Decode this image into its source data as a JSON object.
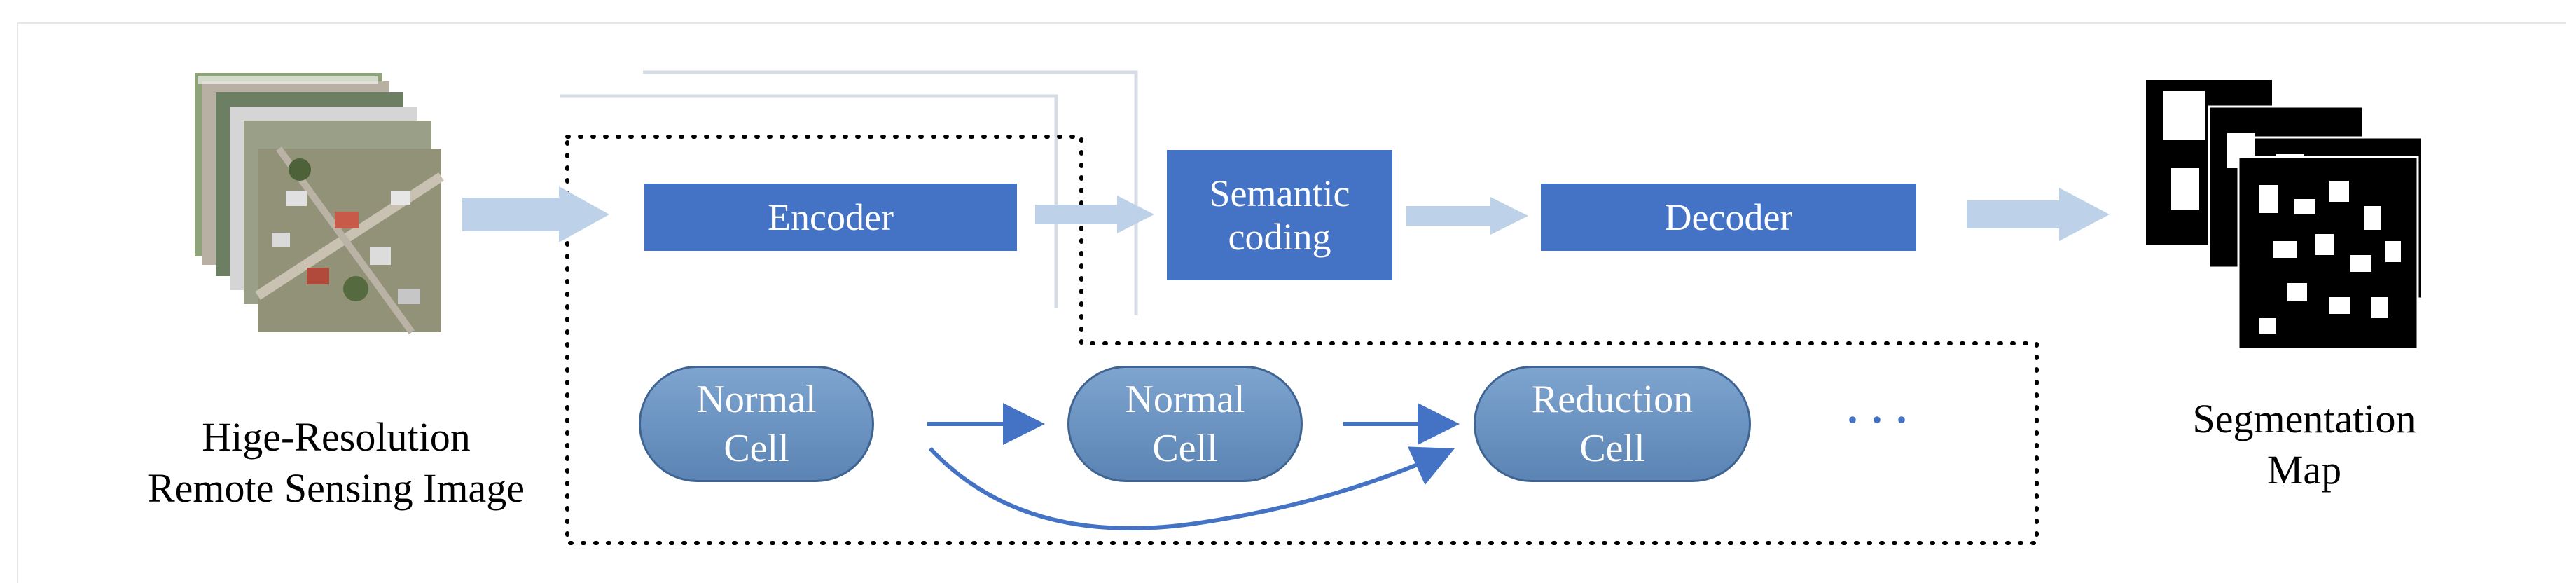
{
  "diagram": {
    "encoder_label": "Encoder",
    "semantic_label": [
      "Semantic",
      "coding"
    ],
    "decoder_label": "Decoder",
    "cells": [
      {
        "lines": [
          "Normal",
          "Cell"
        ]
      },
      {
        "lines": [
          "Normal",
          "Cell"
        ]
      },
      {
        "lines": [
          "Reduction",
          "Cell"
        ]
      }
    ],
    "ellipsis": "· · ·",
    "input_caption": [
      "Hige-Resolution",
      "Remote Sensing Image"
    ],
    "output_caption": [
      "Segmentation",
      "Map"
    ]
  },
  "colors": {
    "box_fill": "#4472c4",
    "cell_fill": "#6b93c2",
    "thick_arrow": "#bdd1e8",
    "thin_arrow": "#4472c4",
    "skip_line": "#d6dce6"
  }
}
